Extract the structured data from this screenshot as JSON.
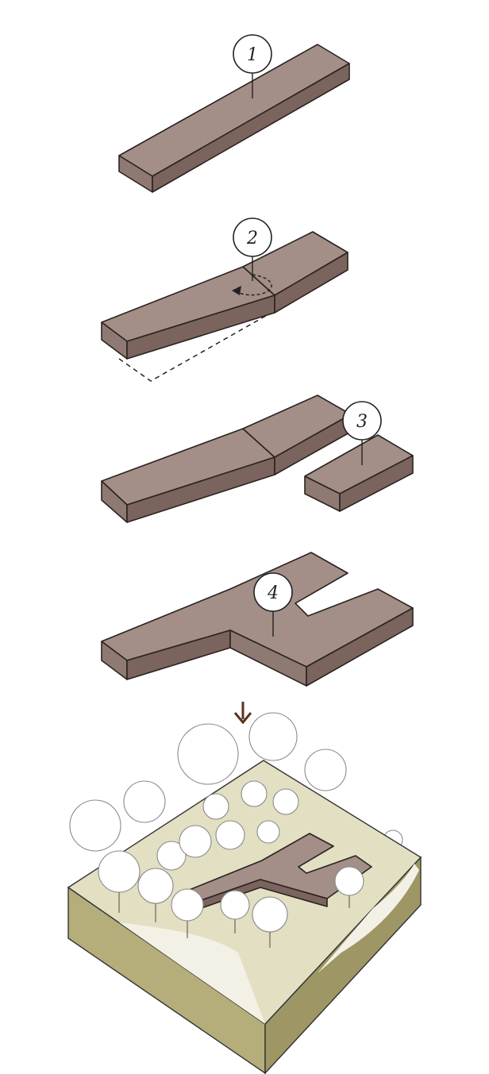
{
  "steps": [
    {
      "number": "1"
    },
    {
      "number": "2"
    },
    {
      "number": "3"
    },
    {
      "number": "4"
    }
  ],
  "colors": {
    "mass_top": "#a38f88",
    "mass_side": "#7a645d",
    "mass_front": "#8e7a73",
    "site_top": "#e2dfc3",
    "site_side_left": "#b5ad7a",
    "site_side_right": "#9e9664",
    "path": "#f3f1e6",
    "arrow": "#5a3420"
  },
  "icons": {
    "arrow": "down-arrow-icon",
    "rotation": "rotation-arrow-icon"
  }
}
